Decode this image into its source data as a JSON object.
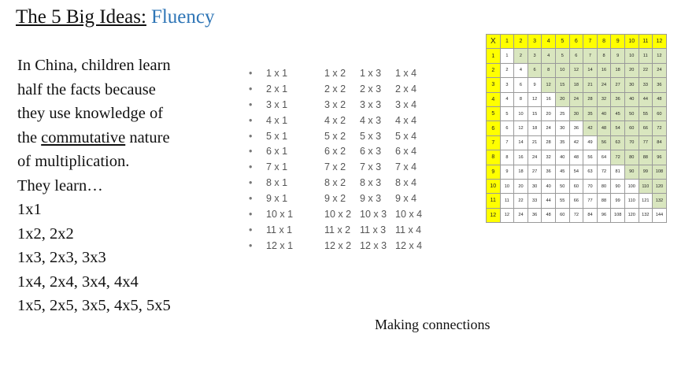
{
  "title": {
    "main": "The 5 Big Ideas:",
    "accent": "Fluency"
  },
  "body_lines": [
    "In China, children learn",
    "half the facts because",
    "they use knowledge of",
    "the commutative nature",
    "of multiplication.",
    "They learn…",
    "1x1",
    "1x2, 2x2",
    "1x3, 2x3, 3x3",
    "1x4, 2x4, 3x4, 4x4",
    "1x5, 2x5, 3x5, 4x5, 5x5"
  ],
  "facts": {
    "bullet": "•",
    "rows": [
      [
        "1 x 1",
        "1 x 2",
        "1 x 3",
        "1 x 4"
      ],
      [
        "2 x 1",
        "2 x 2",
        "2 x 3",
        "2 x 4"
      ],
      [
        "3 x 1",
        "3 x 2",
        "3 x 3",
        "3 x 4"
      ],
      [
        "4 x 1",
        "4 x 2",
        "4 x 3",
        "4 x 4"
      ],
      [
        "5 x 1",
        "5 x 2",
        "5 x 3",
        "5 x 4"
      ],
      [
        "6 x 1",
        "6 x 2",
        "6 x 3",
        "6 x 4"
      ],
      [
        "7 x 1",
        "7 x 2",
        "7 x 3",
        "7 x 4"
      ],
      [
        "8 x 1",
        "8 x 2",
        "8 x 3",
        "8 x 4"
      ],
      [
        "9 x 1",
        "9 x 2",
        "9 x 3",
        "9 x 4"
      ],
      [
        "10 x 1",
        "10 x 2",
        "10 x 3",
        "10 x 4"
      ],
      [
        "11 x 1",
        "11 x 2",
        "11 x 3",
        "11 x 4"
      ],
      [
        "12 x 1",
        "12 x 2",
        "12 x 3",
        "12 x 4"
      ]
    ]
  },
  "times_table": {
    "corner": "X",
    "headers": [
      "1",
      "2",
      "3",
      "4",
      "5",
      "6",
      "7",
      "8",
      "9",
      "10",
      "11",
      "12"
    ],
    "rows": [
      [
        "1",
        "2",
        "3",
        "4",
        "5",
        "6",
        "7",
        "8",
        "9",
        "10",
        "11",
        "12"
      ],
      [
        "2",
        "4",
        "6",
        "8",
        "10",
        "12",
        "14",
        "16",
        "18",
        "20",
        "22",
        "24"
      ],
      [
        "3",
        "6",
        "9",
        "12",
        "15",
        "18",
        "21",
        "24",
        "27",
        "30",
        "33",
        "36"
      ],
      [
        "4",
        "8",
        "12",
        "16",
        "20",
        "24",
        "28",
        "32",
        "36",
        "40",
        "44",
        "48"
      ],
      [
        "5",
        "10",
        "15",
        "20",
        "25",
        "30",
        "35",
        "40",
        "45",
        "50",
        "55",
        "60"
      ],
      [
        "6",
        "12",
        "18",
        "24",
        "30",
        "36",
        "42",
        "48",
        "54",
        "60",
        "66",
        "72"
      ],
      [
        "7",
        "14",
        "21",
        "28",
        "35",
        "42",
        "49",
        "56",
        "63",
        "70",
        "77",
        "84"
      ],
      [
        "8",
        "16",
        "24",
        "32",
        "40",
        "48",
        "56",
        "64",
        "72",
        "80",
        "88",
        "96"
      ],
      [
        "9",
        "18",
        "27",
        "36",
        "45",
        "54",
        "63",
        "72",
        "81",
        "90",
        "99",
        "108"
      ],
      [
        "10",
        "20",
        "30",
        "40",
        "50",
        "60",
        "70",
        "80",
        "90",
        "100",
        "110",
        "120"
      ],
      [
        "11",
        "22",
        "33",
        "44",
        "55",
        "66",
        "77",
        "88",
        "99",
        "110",
        "121",
        "132"
      ],
      [
        "12",
        "24",
        "36",
        "48",
        "60",
        "72",
        "84",
        "96",
        "108",
        "120",
        "132",
        "144"
      ]
    ],
    "header_color": "#FFFF00",
    "shaded_color": "#D9E6BF",
    "shaded_rule": "cells above the diagonal (column > row) are shaded"
  },
  "caption": "Making connections"
}
